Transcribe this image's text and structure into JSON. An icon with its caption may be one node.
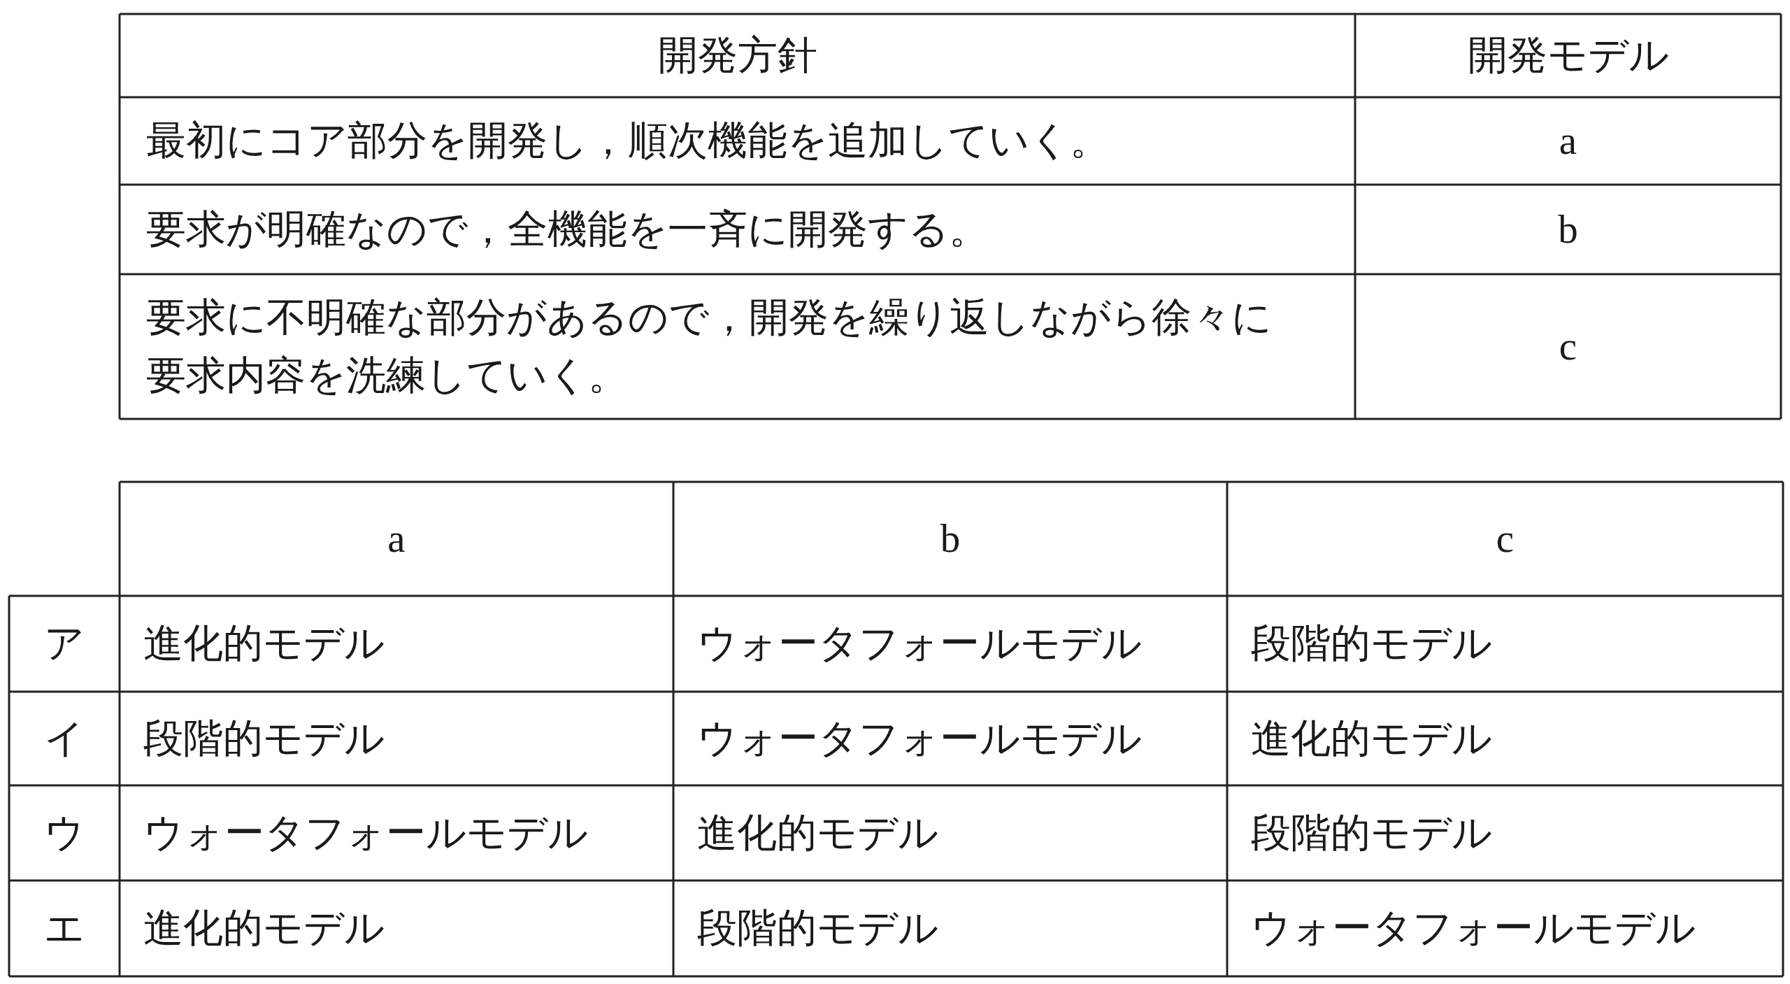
{
  "diagram": {
    "labels": [
      "開発方針",
      "開発モデル",
      "最初にコア部分を開発し，順次機能を追加していく。",
      "a",
      "要求が明確なので，全機能を一斉に開発する。",
      "b",
      "要求に不明確な部分があるので，開発を繰り返しながら徐々に要求内容を洗練していく。",
      "c",
      "a",
      "b",
      "c",
      "ア",
      "進化的モデル",
      "ウォータフォールモデル",
      "段階的モデル",
      "イ",
      "段階的モデル",
      "ウォータフォールモデル",
      "進化的モデル",
      "ウ",
      "ウォータフォールモデル",
      "進化的モデル",
      "段階的モデル",
      "エ",
      "進化的モデル",
      "段階的モデル",
      "ウォータフォールモデル"
    ]
  }
}
